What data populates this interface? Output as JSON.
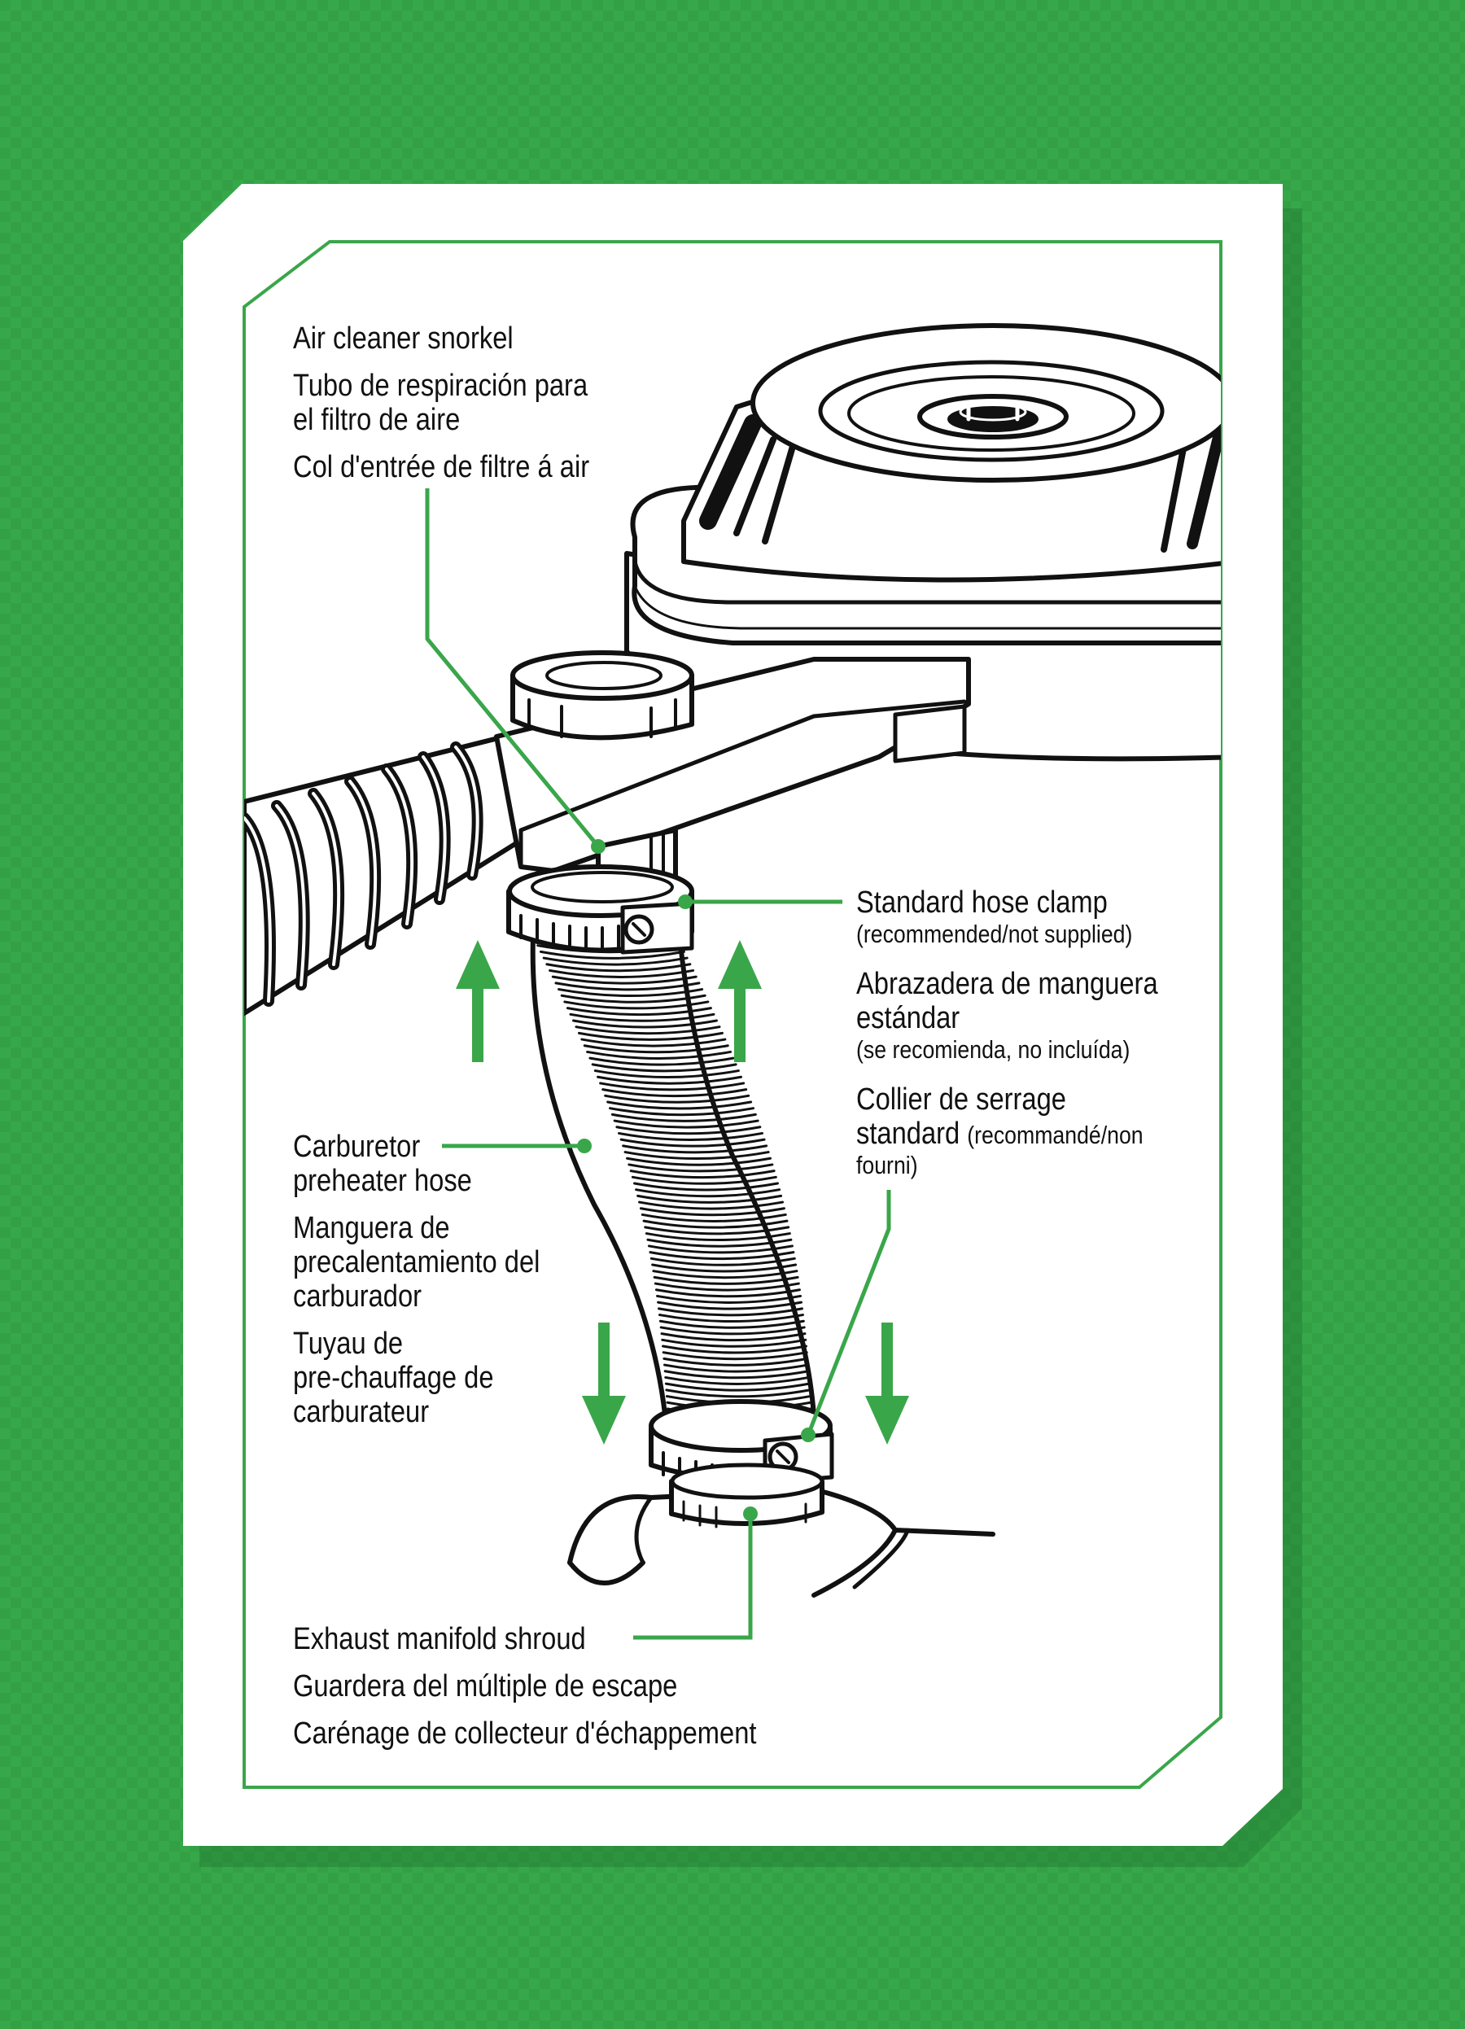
{
  "colors": {
    "background": "#37a84a",
    "accent": "#3aa64a",
    "card": "#ffffff",
    "ink": "#111111"
  },
  "labels": {
    "snorkel": {
      "en": "Air cleaner snorkel",
      "es_1": "Tubo de respiración para",
      "es_2": "el filtro de aire",
      "fr": "Col d'entrée de filtre á air"
    },
    "clamp": {
      "en": "Standard hose clamp",
      "en_note": "(recommended/not supplied)",
      "es_1": "Abrazadera de manguera",
      "es_2": "estándar",
      "es_note": "(se recomienda, no incluída)",
      "fr_1": "Collier de serrage",
      "fr_2a": "standard",
      "fr_2b": "(recommandé/non",
      "fr_3": "fourni)"
    },
    "hose": {
      "en_1": "Carburetor",
      "en_2": "preheater hose",
      "es_1": "Manguera de",
      "es_2": "precalentamiento del",
      "es_3": "carburador",
      "fr_1": "Tuyau de",
      "fr_2": "pre-chauffage de",
      "fr_3": "carburateur"
    },
    "shroud": {
      "en": "Exhaust manifold shroud",
      "es": "Guardera del múltiple de escape",
      "fr": "Carénage de collecteur d'échappement"
    }
  }
}
